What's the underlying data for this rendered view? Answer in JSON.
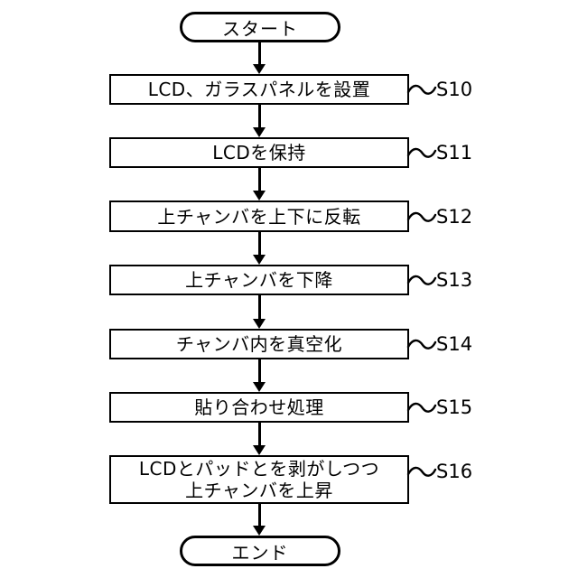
{
  "page": {
    "background_color": "#ffffff",
    "line_color": "#000000"
  },
  "flowchart": {
    "type": "vertical-flowchart",
    "start": {
      "label": "スタート"
    },
    "end": {
      "label": "エンド"
    },
    "steps": [
      {
        "id": "S10",
        "label": "LCD、ガラスパネルを設置"
      },
      {
        "id": "S11",
        "label": "LCDを保持"
      },
      {
        "id": "S12",
        "label": "上チャンバを上下に反転"
      },
      {
        "id": "S13",
        "label": "上チャンバを下降"
      },
      {
        "id": "S14",
        "label": "チャンバ内を真空化"
      },
      {
        "id": "S15",
        "label": "貼り合わせ処理"
      },
      {
        "id": "S16",
        "label": "LCDとパッドとを剥がしつつ\n上チャンバを上昇"
      }
    ]
  }
}
